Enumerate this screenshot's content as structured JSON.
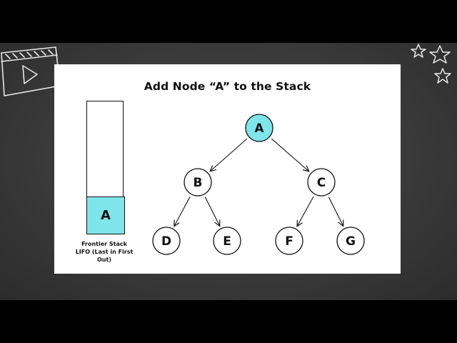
{
  "slide": {
    "title": "Add Node “A” to the Stack"
  },
  "stack": {
    "items": [
      "A"
    ],
    "caption_line1": "Frontier Stack",
    "caption_line2": "LIFO (Last in First Out)",
    "highlight_color": "#7ee6ea"
  },
  "tree": {
    "nodes": [
      {
        "id": "A",
        "label": "A",
        "highlighted": true
      },
      {
        "id": "B",
        "label": "B",
        "highlighted": false
      },
      {
        "id": "C",
        "label": "C",
        "highlighted": false
      },
      {
        "id": "D",
        "label": "D",
        "highlighted": false
      },
      {
        "id": "E",
        "label": "E",
        "highlighted": false
      },
      {
        "id": "F",
        "label": "F",
        "highlighted": false
      },
      {
        "id": "G",
        "label": "G",
        "highlighted": false
      }
    ],
    "edges": [
      [
        "A",
        "B"
      ],
      [
        "A",
        "C"
      ],
      [
        "B",
        "D"
      ],
      [
        "B",
        "E"
      ],
      [
        "C",
        "F"
      ],
      [
        "C",
        "G"
      ]
    ],
    "highlight_color": "#7ee6ea"
  },
  "board": {
    "decor_icons": [
      "video-play-doodle-icon",
      "stars-doodle-icon"
    ]
  }
}
